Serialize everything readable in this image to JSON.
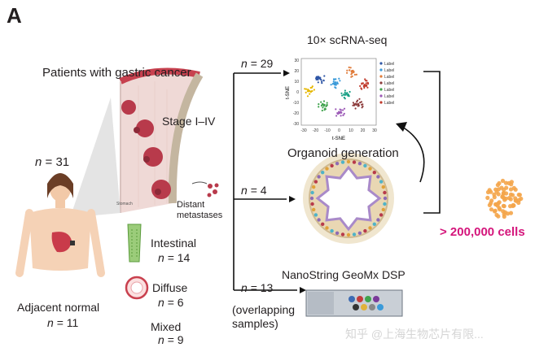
{
  "panel_label": "A",
  "title": "Patients with gastric cancer",
  "stage": "Stage I–IV",
  "stomach_label": "Stomach",
  "patients": {
    "n_prefix": "n",
    "n_value": "= 31"
  },
  "distant": {
    "line1": "Distant",
    "line2": "metastases"
  },
  "adjacent": {
    "label": "Adjacent normal",
    "n_prefix": "n",
    "n_value": "= 11"
  },
  "subtypes": [
    {
      "label": "Intestinal",
      "n_prefix": "n",
      "n_value": "= 14"
    },
    {
      "label": "Diffuse",
      "n_prefix": "n",
      "n_value": "= 6"
    },
    {
      "label": "Mixed",
      "n_prefix": "n",
      "n_value": "= 9"
    }
  ],
  "branches": {
    "scrna": {
      "n_prefix": "n",
      "n_value": "= 29",
      "title": "10× scRNA-seq"
    },
    "organoid": {
      "n_prefix": "n",
      "n_value": "= 4",
      "title": "Organoid generation"
    },
    "geomx": {
      "n_prefix": "n",
      "n_value": "= 13",
      "title": "NanoString GeoMx DSP",
      "note1": "(overlapping",
      "note2": "samples)"
    }
  },
  "tsne": {
    "xlabel": "t-SNE",
    "ylabel": "t-SNE",
    "xticks": [
      "-30",
      "-20",
      "-10",
      "0",
      "10",
      "20",
      "30"
    ],
    "yticks": [
      "30",
      "20",
      "10",
      "0",
      "-10",
      "-20",
      "-30"
    ],
    "legend_text": "Label",
    "cluster_colors": [
      "#2f56a6",
      "#3a9ad9",
      "#e07b39",
      "#8c3a3a",
      "#3fa34d",
      "#9b59b6",
      "#c0392b",
      "#e6b800",
      "#16a085"
    ]
  },
  "cells": "> 200,000 cells",
  "watermark": "知乎 @上海生物芯片有限...",
  "colors": {
    "magenta": "#d4157b",
    "tumor": "#b83a4b",
    "organoid_purple": "#8e6bb3",
    "cells_orange": "#f4a54a"
  }
}
